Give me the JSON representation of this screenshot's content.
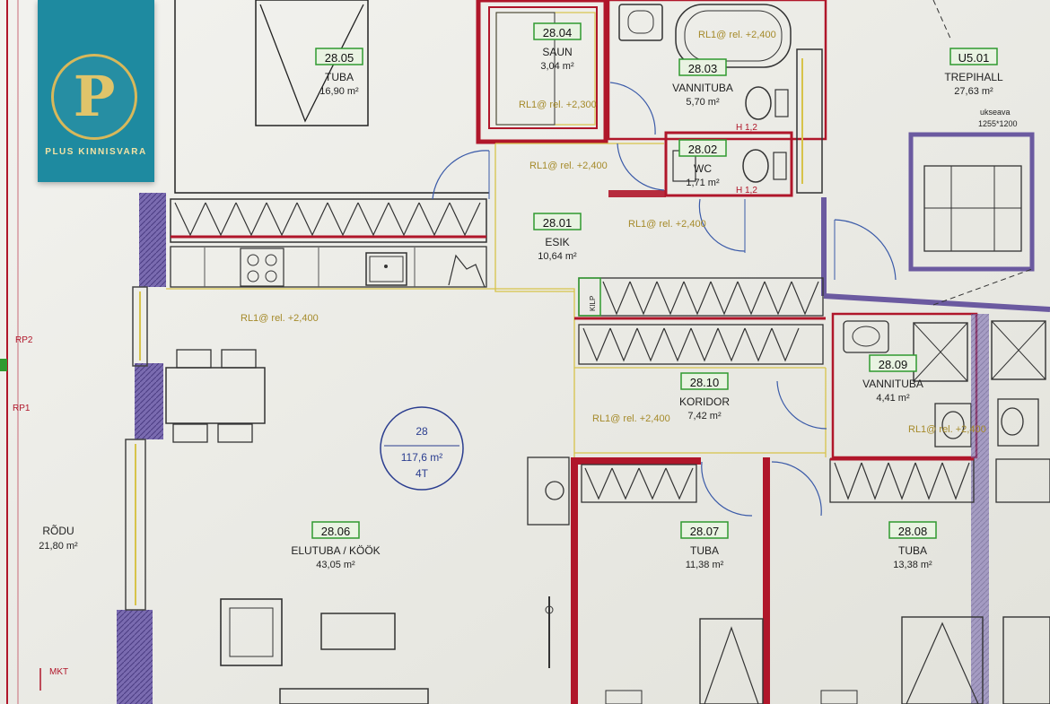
{
  "brand": {
    "letter": "P",
    "name": "PLUS KINNISVARA"
  },
  "unit": {
    "number": "28",
    "area": "117,6 m²",
    "rooms": "4T"
  },
  "rooms": [
    {
      "code": "28.05",
      "name": "TUBA",
      "area": "16,90 m²"
    },
    {
      "code": "28.04",
      "name": "SAUN",
      "area": "3,04 m²"
    },
    {
      "code": "28.03",
      "name": "VANNITUBA",
      "area": "5,70 m²"
    },
    {
      "code": "28.02",
      "name": "WC",
      "area": "1,71 m²"
    },
    {
      "code": "28.01",
      "name": "ESIK",
      "area": "10,64 m²"
    },
    {
      "code": "28.10",
      "name": "KORIDOR",
      "area": "7,42 m²"
    },
    {
      "code": "28.09",
      "name": "VANNITUBA",
      "area": "4,41 m²"
    },
    {
      "code": "28.06",
      "name": "ELUTUBA / KÖÖK",
      "area": "43,05 m²"
    },
    {
      "code": "28.07",
      "name": "TUBA",
      "area": "11,38 m²"
    },
    {
      "code": "28.08",
      "name": "TUBA",
      "area": "13,38 m²"
    },
    {
      "code": "U5.01",
      "name": "TREPIHALL",
      "area": "27,63 m²"
    }
  ],
  "balcony": {
    "name": "RÕDU",
    "area": "21,80 m²"
  },
  "doorway": {
    "label": "ukseava",
    "size": "1255*1200"
  },
  "notes": {
    "ceiling_h1": "H 1,2",
    "ceiling_h2": "H 1,2",
    "rl_saun": "RL1@ rel. +2,300",
    "rl_bath": "RL1@ rel. +2,400",
    "rl_hall_a": "RL1@ rel. +2,400",
    "rl_hall_b": "RL1@ rel. +2,400",
    "rl_living": "RL1@ rel. +2,400",
    "rl_corridor": "RL1@ rel. +2,400",
    "rl_bath2": "RL1@ rel. +2,400"
  },
  "markers": {
    "rp1": "RP1",
    "rp2": "RP2",
    "mkt": "MKT",
    "kilp": "KILP"
  },
  "colors": {
    "wall_red": "#b0162a",
    "wall_purple": "#6b5aa0",
    "outline_yellow": "#d7c34a",
    "label_green": "#2f9a2f",
    "brand_teal": "#1e8aa0",
    "brand_gold": "#d8b85a"
  }
}
